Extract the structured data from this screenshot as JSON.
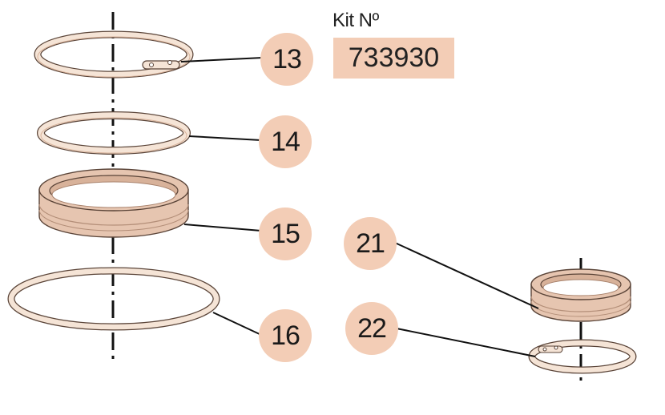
{
  "kit": {
    "label": "Kit Nº",
    "number": "733930"
  },
  "callouts": [
    {
      "id": "13",
      "label": "13"
    },
    {
      "id": "14",
      "label": "14"
    },
    {
      "id": "15",
      "label": "15"
    },
    {
      "id": "16",
      "label": "16"
    },
    {
      "id": "21",
      "label": "21"
    },
    {
      "id": "22",
      "label": "22"
    }
  ],
  "colors": {
    "part_fill": "#f5e4d6",
    "part_stroke": "#5a4438",
    "seal_body": "#e6c5b0",
    "seal_shade": "#d8b29a",
    "callout_fill": "#f3cdb6",
    "kit_box_fill": "#f3cdb6",
    "axis_line": "#111111"
  }
}
